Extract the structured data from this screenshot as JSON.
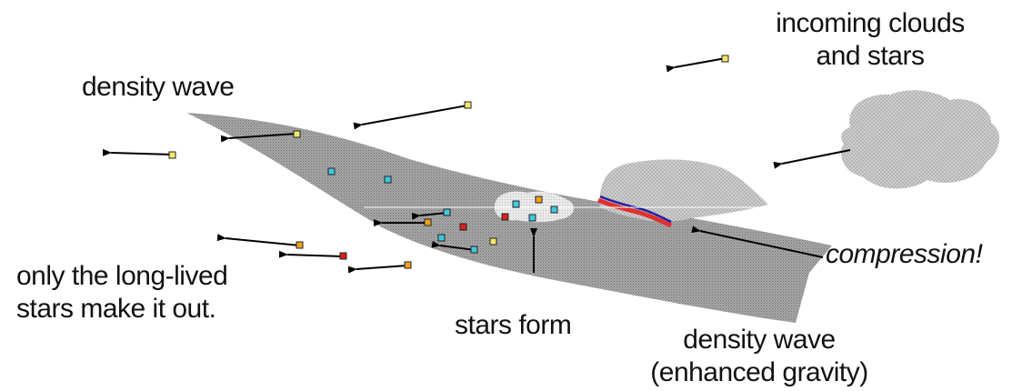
{
  "labels": {
    "incoming": [
      "incoming clouds",
      "and stars"
    ],
    "density_wave_top": "density wave",
    "compression": "compression!",
    "long_lived": [
      "only the long-lived",
      "stars make it out."
    ],
    "stars_form": "stars form",
    "density_wave_bottom": [
      "density wave",
      "(enhanced gravity)"
    ]
  },
  "colors": {
    "wave": "#9a9a9a",
    "cloud": "#c6c6c6",
    "arrow": "#000000",
    "star_yellow": "#f5e66e",
    "star_orange": "#f0a020",
    "star_red": "#d82020",
    "star_cyan": "#40c8e0",
    "shock_red": "#e03030",
    "shock_blue": "#2020a0"
  }
}
